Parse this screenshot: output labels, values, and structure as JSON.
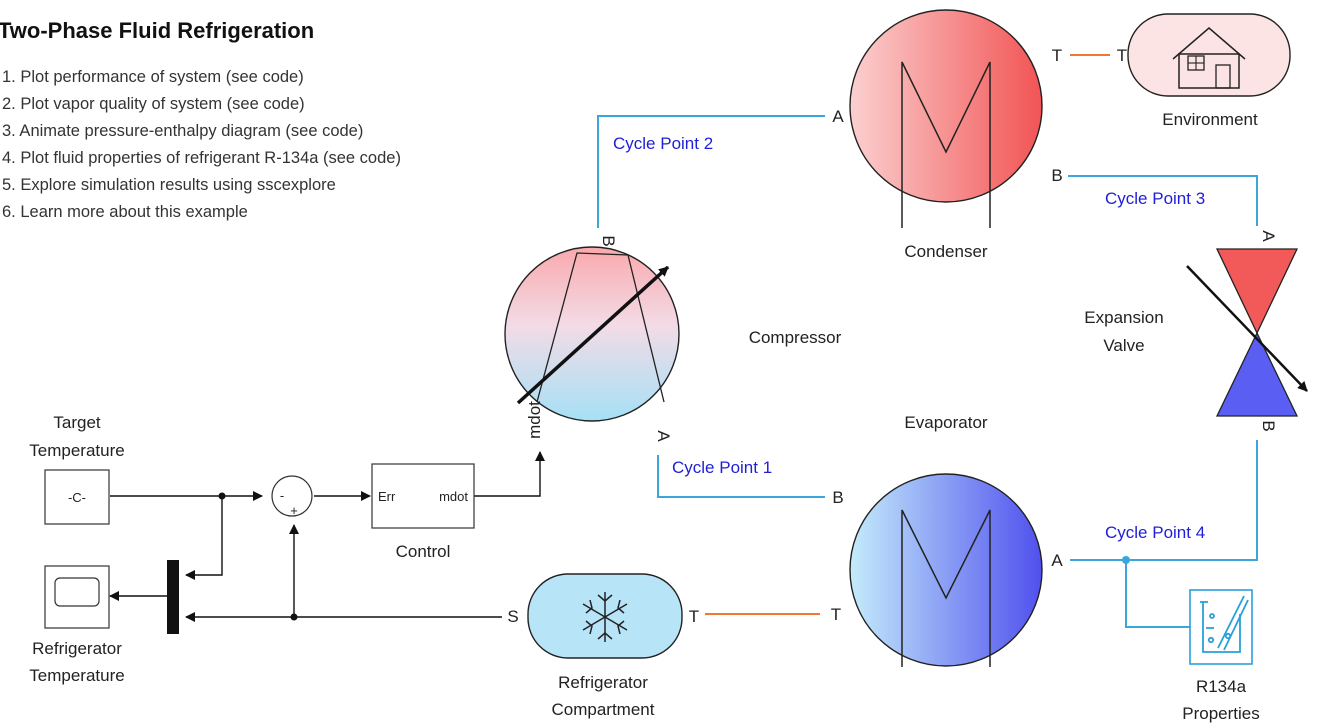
{
  "title": "Two-Phase Fluid Refrigeration",
  "links": [
    "1. Plot performance of system (see code)",
    "2. Plot vapor quality of system (see code)",
    "3. Animate pressure-enthalpy diagram (see code)",
    "4. Plot fluid properties of refrigerant R-134a (see code)",
    "5. Explore simulation results using sscexplore",
    "6. Learn more about this example"
  ],
  "blocks": {
    "target_temperature": {
      "label_line1": "Target",
      "label_line2": "Temperature",
      "text": "-C-"
    },
    "refrigerator_temperature": {
      "label_line1": "Refrigerator",
      "label_line2": "Temperature"
    },
    "sum": {
      "minus": "-",
      "plus": "+"
    },
    "control": {
      "label": "Control",
      "in_port": "Err",
      "out_port": "mdot"
    },
    "compressor": {
      "label": "Compressor",
      "port_a": "A",
      "port_b": "B",
      "port_mdot": "mdot"
    },
    "condenser": {
      "label": "Condenser",
      "port_a": "A",
      "port_b": "B"
    },
    "environment": {
      "label": "Environment",
      "port_t": "T"
    },
    "expansion_valve": {
      "label_line1": "Expansion",
      "label_line2": "Valve",
      "port_a": "A",
      "port_b": "B"
    },
    "evaporator": {
      "label": "Evaporator",
      "port_a": "A",
      "port_b": "B",
      "port_t": "T"
    },
    "refrigerator_compartment": {
      "label_line1": "Refrigerator",
      "label_line2": "Compartment",
      "port_s": "S",
      "port_t": "T"
    },
    "r134a_properties": {
      "label_line1": "R134a",
      "label_line2": "Properties"
    },
    "condenser_thermal_port": "T"
  },
  "cycle_points": [
    "Cycle Point 1",
    "Cycle Point 2",
    "Cycle Point 3",
    "Cycle Point 4"
  ],
  "colors": {
    "hot": "#f25a5a",
    "cold": "#5a5ef2",
    "light_blue": "#b8e4f8",
    "light_pink": "#fde0e0",
    "physical_line": "#3aa6dc",
    "thermal_line": "#f07830",
    "cycle_label": "#1f1fd6"
  }
}
